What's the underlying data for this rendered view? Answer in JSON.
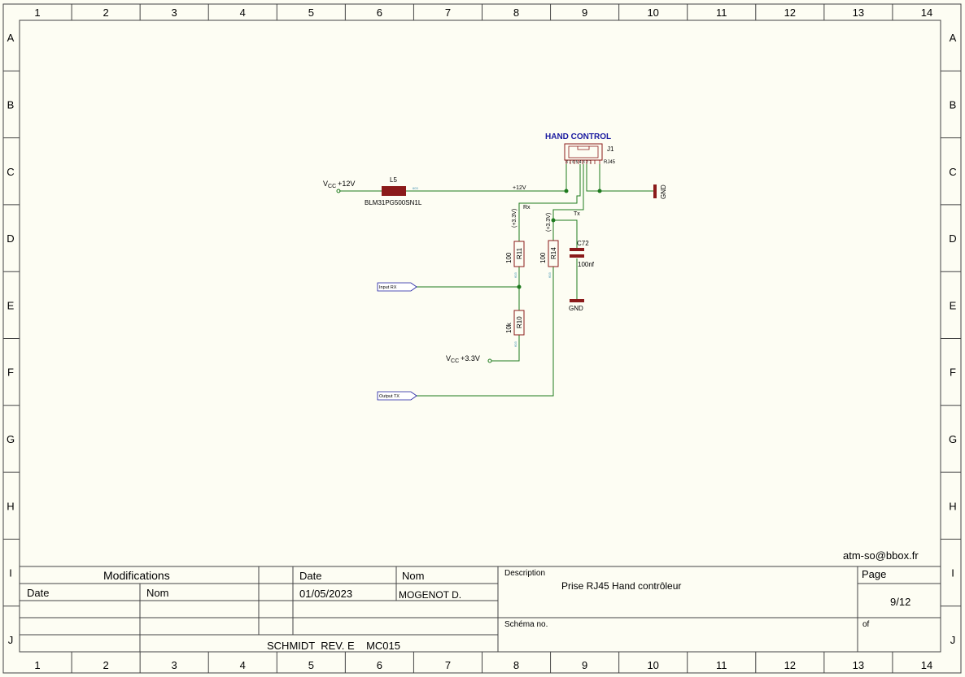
{
  "frame": {
    "columns": [
      "1",
      "2",
      "3",
      "4",
      "5",
      "6",
      "7",
      "8",
      "9",
      "10",
      "11",
      "12",
      "13",
      "14"
    ],
    "rows": [
      "A",
      "B",
      "C",
      "D",
      "E",
      "F",
      "G",
      "H",
      "I",
      "J"
    ]
  },
  "schematic": {
    "connector": {
      "title": "HAND CONTROL",
      "ref": "J1",
      "type": "RJ45",
      "pins": "8 7 6 5 4 3 2 1"
    },
    "inductor": {
      "ref": "L5",
      "part": "BLM31PG500SN1L",
      "pkg": "603"
    },
    "vcc12": {
      "prefix": "V",
      "sub": "CC",
      "suffix": "+12V"
    },
    "vcc33": {
      "prefix": "V",
      "sub": "CC",
      "suffix": "+3.3V"
    },
    "net_12v": "+12V",
    "net_rx": "Rx",
    "net_tx": "Tx",
    "net_33_a": "(+3.3V)",
    "net_33_b": "(+3.3V)",
    "gnd_right": "GND",
    "gnd_cap": "GND",
    "r11": {
      "ref": "R11",
      "value": "100",
      "pkg": "603"
    },
    "r14": {
      "ref": "R14",
      "value": "100",
      "pkg": "603"
    },
    "r10": {
      "ref": "R10",
      "value": "10k",
      "pkg": "603"
    },
    "c72": {
      "ref": "C72",
      "value": "100nf"
    },
    "port_rx": "Input RX",
    "port_tx": "Output TX"
  },
  "title_block": {
    "email": "atm-so@bbox.fr",
    "modifications": "Modifications",
    "date_header": "Date",
    "nom_header": "Nom",
    "col_date": "Date",
    "col_nom": "Nom",
    "date_value": "01/05/2023",
    "nom_value": "MOGENOT D.",
    "description_label": "Description",
    "description_value": "Prise RJ45 Hand contrôleur",
    "page_label": "Page",
    "page_value": "9/12",
    "schema_label": "Schéma no.",
    "of_label": "of",
    "project": "SCHMIDT  REV. E    MC015"
  },
  "colors": {
    "wire": "#1e7a1e",
    "component": "#8b1a1a",
    "heading": "#1a1aa0",
    "border": "#555555"
  }
}
